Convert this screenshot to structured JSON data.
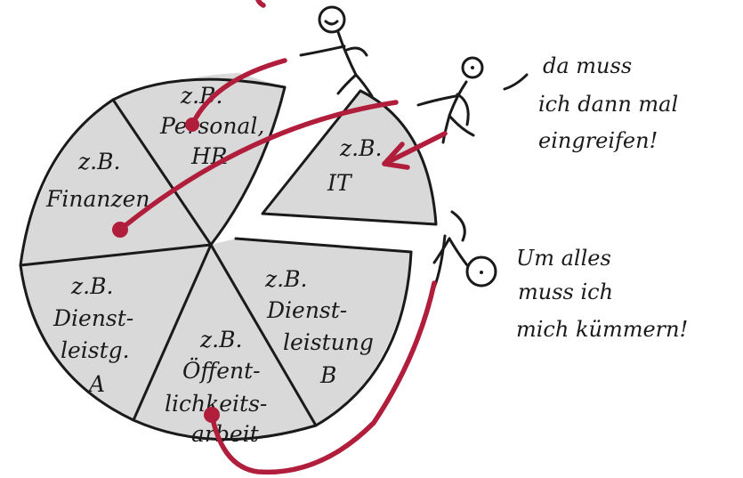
{
  "colors": {
    "segment_fill": "#d9d9d9",
    "ink": "#1a1a1a",
    "arrow_red": "#b01e3c",
    "background": "#ffffff"
  },
  "segments": {
    "personal": {
      "line1": "z.B.",
      "line2": "Personal,",
      "line3": "HR"
    },
    "finanzen": {
      "line1": "z.B.",
      "line2": "Finanzen"
    },
    "it": {
      "line1": "z.B.",
      "line2": "IT"
    },
    "dienstleistung_a": {
      "line1": "z.B.",
      "line2": "Dienst-",
      "line3": "leistg.",
      "line4": "A"
    },
    "oeffentlichkeitsarbeit": {
      "line1": "z.B.",
      "line2": "Öffent-",
      "line3": "lichkeits-",
      "line4": "arbeit"
    },
    "dienstleistung_b": {
      "line1": "z.B.",
      "line2": "Dienst-",
      "line3": "leistung",
      "line4": "B"
    }
  },
  "notes": {
    "top": {
      "line1": "da muss",
      "line2": "ich dann mal",
      "line3": "eingreifen!"
    },
    "bottom": {
      "line1": "Um alles",
      "line2": "muss ich",
      "line3": "mich kümmern!"
    }
  },
  "icons": [
    "stick-figure-icon",
    "speech-line-icon",
    "red-arrow-icon"
  ]
}
